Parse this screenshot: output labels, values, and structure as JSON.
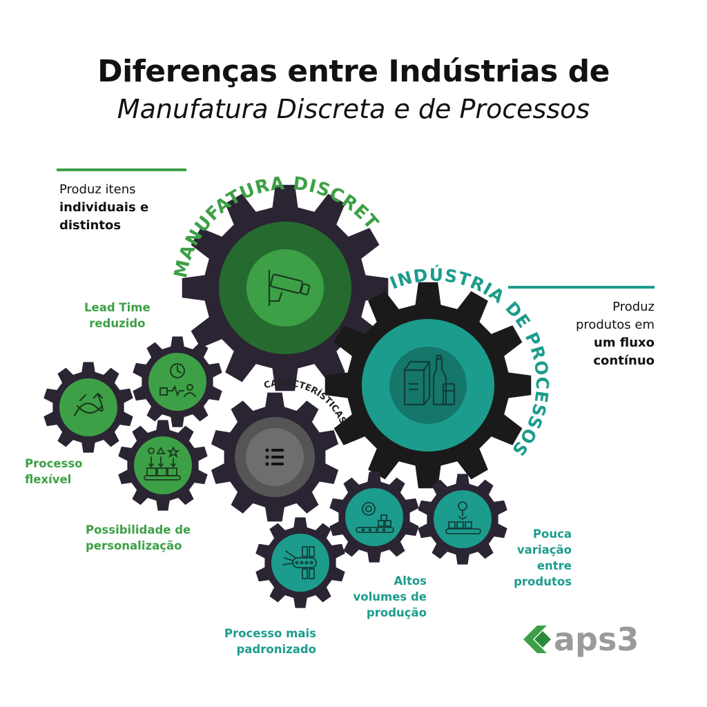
{
  "title": {
    "line1": "Diferenças entre Indústrias de",
    "line2": "Manufatura Discreta e de Processos"
  },
  "discrete": {
    "arc_label": "MANUFATURA DISCRETA",
    "desc_line1": "Produz itens",
    "desc_bold1": "individuais e",
    "desc_bold2": "distintos",
    "icon": "security-camera-icon",
    "color": "#3da046"
  },
  "process": {
    "arc_label": "INDÚSTRIA DE PROCESSOS",
    "desc_line1": "Produz",
    "desc_line2": "produtos em",
    "desc_bold1": "um fluxo",
    "desc_bold2": "contínuo",
    "icon": "bottles-boxes-icon",
    "color": "#1c9c8d"
  },
  "center": {
    "arc_label": "CARACTERÍSTICAS",
    "icon": "list-icon"
  },
  "features_discrete": [
    {
      "line1": "Lead Time",
      "line2": "reduzido",
      "icon": "clock-delivery-icon"
    },
    {
      "line1": "Processo",
      "line2": "flexível",
      "icon": "flexible-arrows-icon"
    },
    {
      "line1": "Possibilidade de",
      "line2": "personalização",
      "icon": "shapes-sorting-icon"
    }
  ],
  "features_process": [
    {
      "line1": "Processo mais",
      "line2": "padronizado",
      "icon": "assembly-line-icon"
    },
    {
      "line1": "Altos",
      "line2": "volumes de",
      "line3": "produção",
      "icon": "gear-conveyor-icon"
    },
    {
      "line1": "Pouca",
      "line2": "variação",
      "line3": "entre",
      "line4": "produtos",
      "icon": "robot-arm-conveyor-icon"
    }
  ],
  "logo": {
    "text": "aps3"
  },
  "colors": {
    "dark_gear": "#2b2433",
    "green": "#3da046",
    "dark_green": "#256b30",
    "teal": "#1c9c8d",
    "black_gear": "#1a1a1a",
    "grey": "#6e6e6e"
  }
}
